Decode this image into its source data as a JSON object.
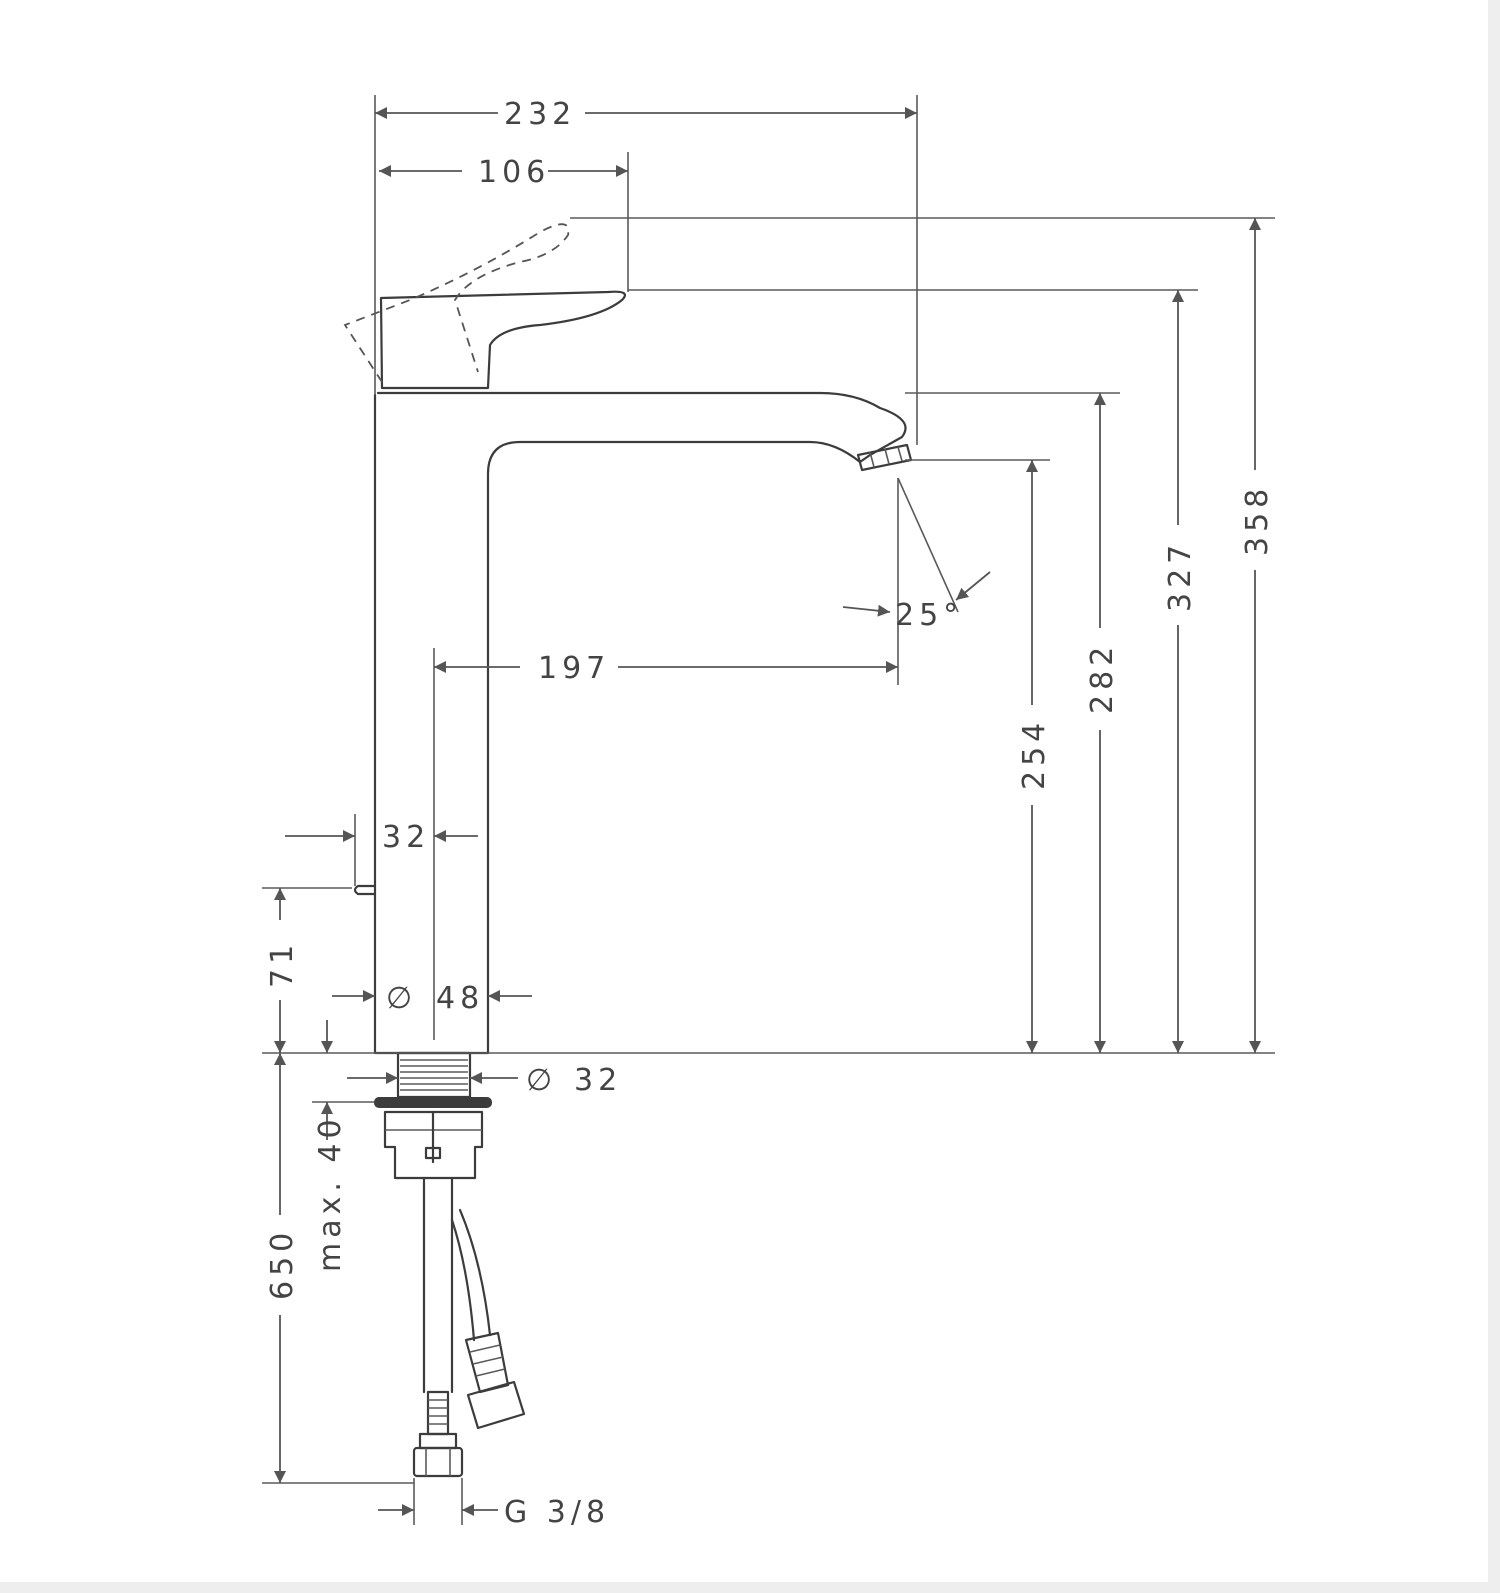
{
  "drawing": {
    "line_color": "#3c3c3c",
    "background": "#ffffff",
    "dimensions": {
      "total_reach": "232",
      "lever_reach": "106",
      "spout_reach": "197",
      "popup_offset": "32",
      "popup_height": "71",
      "body_diameter_symbol": "∅",
      "body_diameter": "48",
      "shank_diameter_symbol": "∅",
      "shank_diameter": "32",
      "max_deck_thickness": "max. 40",
      "hose_length": "650",
      "connection_thread": "G 3/8",
      "spout_angle": "25°",
      "outlet_height": "254",
      "spout_top_height": "282",
      "lever_height": "327",
      "lever_open_height": "358"
    }
  }
}
